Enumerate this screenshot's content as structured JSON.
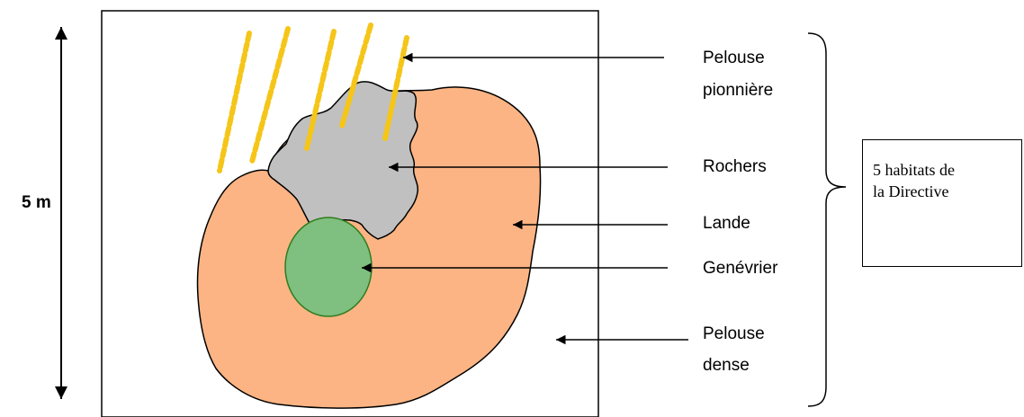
{
  "scale": {
    "label": "5 m"
  },
  "habitats": [
    {
      "id": "pelouse-pionniere",
      "line1": "Pelouse",
      "line2": "pionnière"
    },
    {
      "id": "rochers",
      "line1": "Rochers"
    },
    {
      "id": "lande",
      "line1": "Lande"
    },
    {
      "id": "genevrier",
      "line1": "Genévrier"
    },
    {
      "id": "pelouse-dense",
      "line1": "Pelouse",
      "line2": "dense"
    }
  ],
  "callout": {
    "line1": "5 habitats de",
    "line2": "la Directive"
  },
  "colors": {
    "lande": "#fcb484",
    "rochers": "#c0c0c0",
    "genevrier": "#7fbf7f",
    "genevrier_border": "#2e7d1f",
    "pelouse_pionniere_dashes": "#f5c518"
  }
}
